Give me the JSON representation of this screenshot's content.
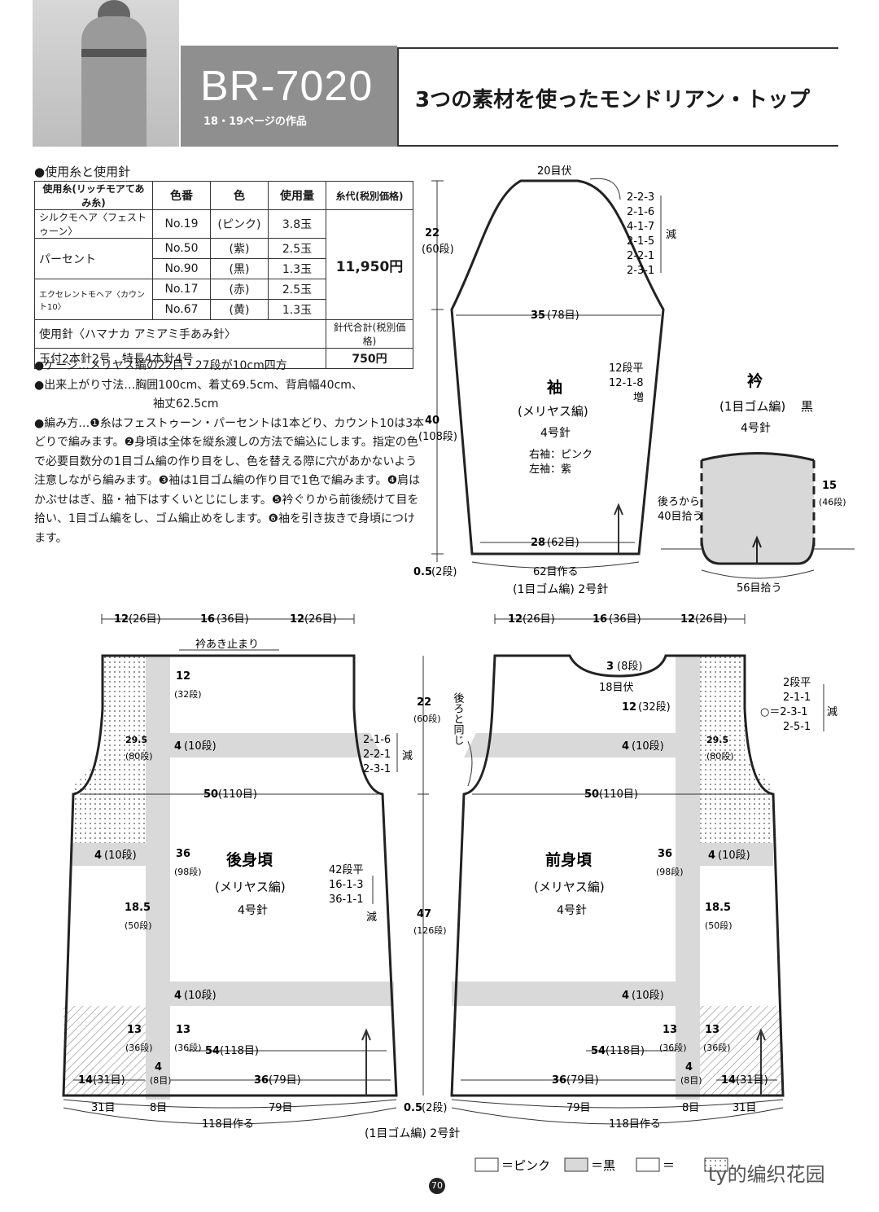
{
  "header": {
    "code": "BR-7020",
    "sub": "18・19ページの作品",
    "title": "3つの素材を使ったモンドリアン・トップ"
  },
  "yarn": {
    "section": "●使用糸と使用針",
    "head": [
      "使用糸(リッチモアてあみ糸)",
      "色番",
      "色",
      "使用量",
      "糸代(税別価格)"
    ],
    "rows": [
      {
        "name": "シルクモヘア〈フェストゥーン〉",
        "no": "No.19",
        "color": "(ピンク)",
        "amt": "3.8玉"
      },
      {
        "name": "パーセント",
        "no": "No.50",
        "color": "(紫)",
        "amt": "2.5玉"
      },
      {
        "no": "No.90",
        "color": "(黒)",
        "amt": "1.3玉"
      },
      {
        "name": "エクセレントモヘア〈カウント10〉",
        "no": "No.17",
        "color": "(赤)",
        "amt": "2.5玉"
      },
      {
        "no": "No.67",
        "color": "(黄)",
        "amt": "1.3玉"
      }
    ],
    "price": "11,950円",
    "needle_head": "使用針〈ハマナカ アミアミ手あみ針〉",
    "needle_price_head": "針代合計(税別価格)",
    "needle": "玉付2本針2号　特長4本針4号",
    "needle_price": "750円"
  },
  "notes": {
    "gauge": "●ゲージ…メリヤス編の22目・27段が10cm四方",
    "size1": "●出来上がり寸法…胸囲100cm、着丈69.5cm、背肩幅40cm、",
    "size2": "袖丈62.5cm",
    "method": "●編み方…❶糸はフェストゥーン・パーセントは1本どり、カウント10は3本どりで編みます。❷身頃は全体を縦糸渡しの方法で編込にします。指定の色で必要目数分の1目ゴム編の作り目をし、色を替える際に穴があかないよう注意しながら編みます。❸袖は1目ゴム編の作り目で1色で編みます。❹肩はかぶせはぎ、脇・袖下はすくいとじにします。❺衿ぐりから前後続けて目を拾い、1目ゴム編をし、ゴム編止めをします。❻袖を引き抜きで身頃につけます。"
  },
  "sleeve": {
    "top": "20目伏",
    "dec": [
      "2-2-3",
      "2-1-6",
      "4-1-7",
      "2-1-5",
      "2-2-1",
      "2-3-1"
    ],
    "dec_label": "減",
    "h1": "22",
    "h1r": "(60段)",
    "h2": "40",
    "h2r": "(108段)",
    "h3": "0.5",
    "h3r": "(2段)",
    "w1": "35",
    "w1r": "(78目)",
    "inc": [
      "12段平",
      "12-1-8"
    ],
    "inc_label": "増",
    "title": "袖",
    "stitch": "(メリヤス編)",
    "needle": "4号針",
    "right": "右袖：ピンク",
    "left": "左袖：紫",
    "w2": "28",
    "w2r": "(62目)",
    "cast": "62目作る",
    "rib": "(1目ゴム編) 2号針"
  },
  "collar": {
    "title": "衿",
    "stitch": "(1目ゴム編)",
    "color": "黒",
    "needle": "4号針",
    "h": "15",
    "hr": "(46段)",
    "back": "後ろから",
    "back2": "40目拾う",
    "bottom": "56目拾う"
  },
  "back": {
    "top_w": [
      "12",
      "(26目)",
      "16",
      "(36目)",
      "12",
      "(26目)"
    ],
    "neck": "衿あき止まり",
    "h_neck": "12",
    "h_neckr": "(32段)",
    "band": "4",
    "bandr": "(10段)",
    "dec": [
      "2-1-6",
      "2-2-1",
      "2-3-1"
    ],
    "dec_label": "減",
    "h22": "22",
    "h22r": "(60段)",
    "side_h": "29.5",
    "side_hr": "(80段)",
    "w50": "50",
    "w50r": "(110目)",
    "title": "後身頃",
    "stitch": "(メリヤス編)",
    "needle": "4号針",
    "h36": "36",
    "h36r": "(98段)",
    "h18": "18.5",
    "h18r": "(50段)",
    "side_dec": [
      "42段平",
      "16-1-3",
      "36-1-1"
    ],
    "side_dec_label": "減",
    "h47": "47",
    "h47r": "(126段)",
    "h13": "13",
    "h13r": "(36段)",
    "w54": "54",
    "w54r": "(118目)",
    "w4": "4",
    "w4r": "(8目)",
    "w14": "14",
    "w14r": "(31目)",
    "w36": "36",
    "w36r": "(79目)",
    "h05": "0.5",
    "h05r": "(2段)",
    "b31": "31目",
    "b8": "8目",
    "b79": "79目",
    "cast": "118目作る",
    "rib": "(1目ゴム編) 2号針"
  },
  "front": {
    "neck_h": "3",
    "neck_hr": "(8段)",
    "neck_bind": "18目伏",
    "h12": "12",
    "h12r": "(32段)",
    "dec": [
      "2段平",
      "2-1-1",
      "○＝2-3-1",
      "2-5-1"
    ],
    "dec_label": "減",
    "same": "後ろと同じ",
    "title": "前身頃",
    "stitch": "(メリヤス編)",
    "needle": "4号針"
  },
  "legend": {
    "pink": "＝ピンク",
    "black": "＝黒",
    "red": "＝"
  },
  "watermark": "ty的编织花园",
  "page": "70"
}
